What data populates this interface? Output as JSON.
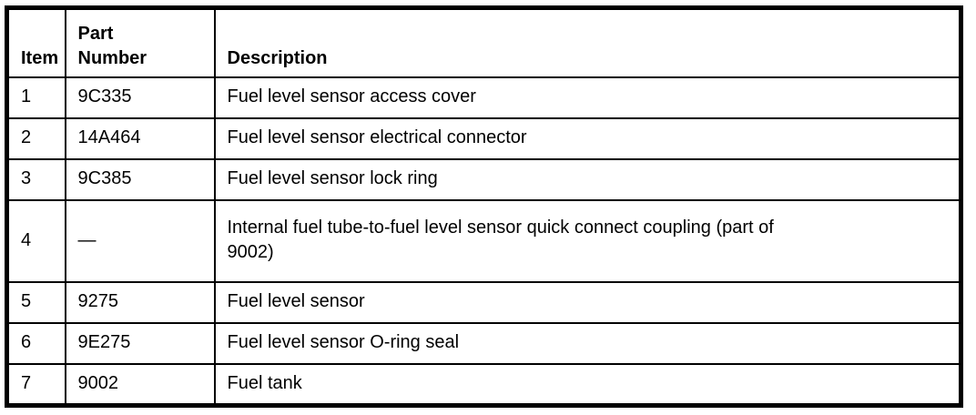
{
  "page": {
    "background_color": "#ffffff",
    "border_color": "#000000",
    "text_color": "#000000"
  },
  "table": {
    "headers": {
      "item": "Item",
      "part_number": "Part\nNumber",
      "description": "Description"
    },
    "rows": [
      {
        "item": "1",
        "part_number": "9C335",
        "description": "Fuel level sensor access cover"
      },
      {
        "item": "2",
        "part_number": "14A464",
        "description": "Fuel level sensor electrical connector"
      },
      {
        "item": "3",
        "part_number": "9C385",
        "description": "Fuel level sensor lock ring"
      },
      {
        "item": "4",
        "part_number": "—",
        "description": "Internal fuel tube-to-fuel level sensor quick connect coupling (part of\n9002)"
      },
      {
        "item": "5",
        "part_number": "9275",
        "description": "Fuel level sensor"
      },
      {
        "item": "6",
        "part_number": "9E275",
        "description": "Fuel level sensor O-ring seal"
      },
      {
        "item": "7",
        "part_number": "9002",
        "description": "Fuel tank"
      }
    ]
  }
}
